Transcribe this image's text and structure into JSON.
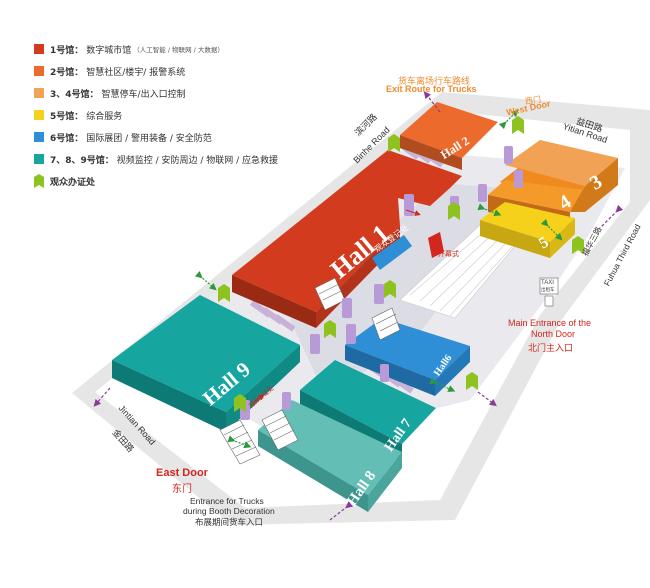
{
  "legend": {
    "items": [
      {
        "num": "1号馆：",
        "text": "数字城市馆",
        "sub": "（人工智能 / 物联网 / 大数据）",
        "color": "#d23b1e"
      },
      {
        "num": "2号馆：",
        "text": "智慧社区/楼宇/ 报警系统",
        "sub": "",
        "color": "#ec6a2c"
      },
      {
        "num": "3、4号馆：",
        "text": "智慧停车/出入口控制",
        "sub": "",
        "color": "#f2a254"
      },
      {
        "num": "5号馆：",
        "text": "综合服务",
        "sub": "",
        "color": "#f6d11c"
      },
      {
        "num": "6号馆：",
        "text": "国际展团 / 警用装备 / 安全防范",
        "sub": "",
        "color": "#2e8fd6"
      },
      {
        "num": "7、8、9号馆：",
        "text": "视频监控 / 安防周边 / 物联网 / 应急救援",
        "sub": "",
        "color": "#17a59f"
      }
    ],
    "registration": "观众办证处"
  },
  "halls": {
    "h1": "Hall 1",
    "h2": "Hall 2",
    "h3": "3",
    "h4": "4",
    "h5": "5",
    "h6": "Hall6",
    "h7": "Hall 7",
    "h8": "Hall 8",
    "h9": "Hall 9"
  },
  "labels": {
    "exit_route_cn": "货车离场行车路线",
    "exit_route_en": "Exit Route for Trucks",
    "west_door_cn": "西门",
    "west_door_en": "West Door",
    "yitian_cn": "益田路",
    "yitian_en": "Yitian Road",
    "binhe_cn": "滨河路",
    "binhe_en": "Binhe Road",
    "fuhua_cn": "福华三路",
    "fuhua_en": "Fuhua Third Road",
    "opening": "开幕式",
    "reg_sign_1": "观众登记处",
    "reg_sign_2": "团体办证处",
    "north_en_1": "Main Entrance of the",
    "north_en_2": "North Door",
    "north_cn": "北门主入口",
    "taxi": "TAXI",
    "taxi_sub": "出租车",
    "jintian_en": "Jintian Road",
    "jintian_cn": "金田路",
    "east_en": "East Door",
    "east_cn": "东门",
    "booth_en_1": "Entrance for Trucks",
    "booth_en_2": "during Booth Decoration",
    "booth_cn": "布展期间货车入口"
  },
  "colors": {
    "hall1": "#d23b1e",
    "hall2": "#ec6a2c",
    "hall34": "#f2a254",
    "hall5": "#f6d11c",
    "hall6": "#2e8fd6",
    "hall789": "#17a59f",
    "registration": "#8dc21f",
    "exit": "#f08b2d",
    "door": "#d2261e",
    "road": "#e5e5e5"
  }
}
